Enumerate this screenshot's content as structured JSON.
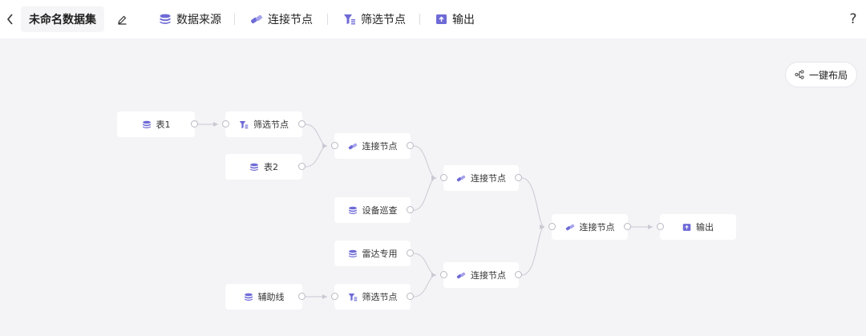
{
  "header": {
    "title": "未命名数据集",
    "tools": {
      "source": "数据来源",
      "join": "连接节点",
      "filter": "筛选节点",
      "output": "输出"
    },
    "help": "?"
  },
  "layout_button": "一键布局",
  "nodes": {
    "table1": "表1",
    "filter1": "筛选节点",
    "table2": "表2",
    "join1": "连接节点",
    "join2": "连接节点",
    "device": "设备巡查",
    "radar": "雷达专用",
    "join3": "连接节点",
    "auxline": "辅助线",
    "filter2": "筛选节点",
    "join4": "连接节点",
    "output": "输出"
  },
  "colors": {
    "accent": "#6e6ad6",
    "canvas": "#f4f4f7",
    "edge": "#c9c9d3"
  },
  "icons": [
    "back-arrow-icon",
    "pencil-icon",
    "database-icon",
    "link-icon",
    "filter-icon",
    "output-icon",
    "help-icon",
    "layout-icon"
  ]
}
